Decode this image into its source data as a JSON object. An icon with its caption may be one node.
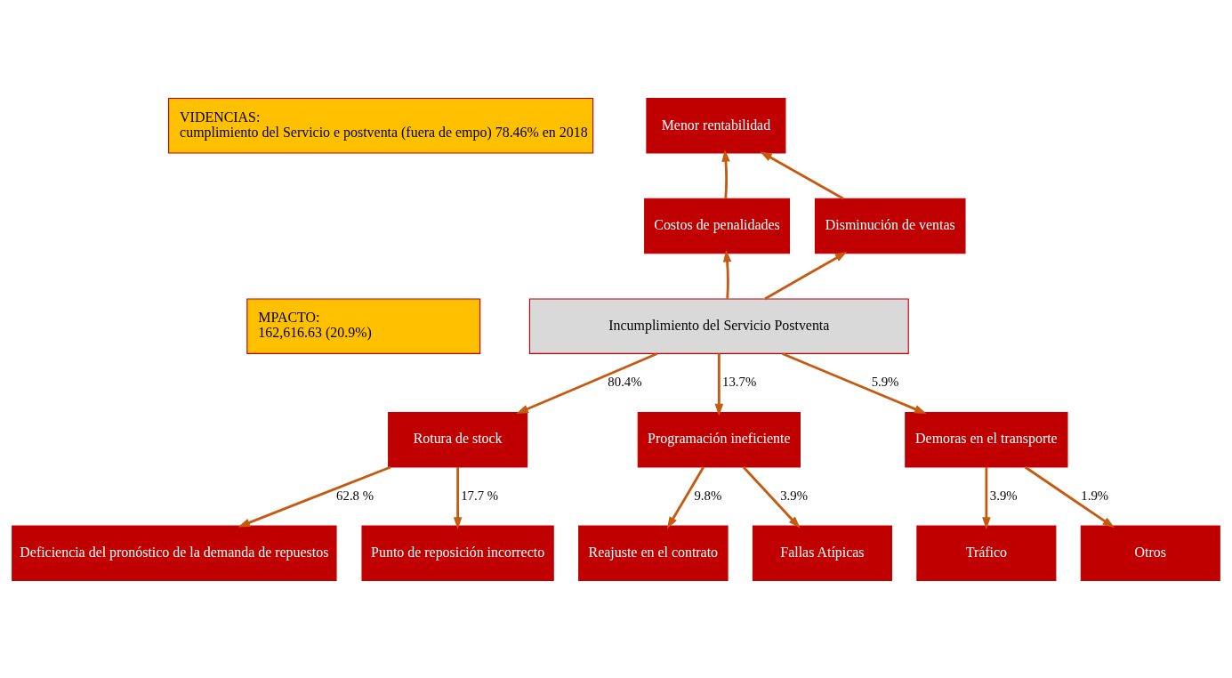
{
  "diagram": {
    "nodes": [
      {
        "text": [
          "VIDENCIAS:",
          "cumplimiento del Servicio e postventa (fuera de empo) 78.46% en 2018"
        ]
      },
      {
        "text": [
          "MPACTO:",
          "162,616.63 (20.9%)"
        ]
      },
      {
        "text": [
          "Menor rentabilidad"
        ]
      },
      {
        "text": [
          "Costos de penalidades"
        ]
      },
      {
        "text": [
          "Disminución de ventas"
        ]
      },
      {
        "text": [
          "Incumplimiento del Servicio Postventa"
        ]
      },
      {
        "text": [
          "Rotura de stock"
        ]
      },
      {
        "text": [
          "Programación ineficiente"
        ]
      },
      {
        "text": [
          "Demoras en el transporte"
        ]
      },
      {
        "text": [
          "Deficiencia del pronóstico de la demanda de repuestos"
        ]
      },
      {
        "text": [
          "Punto de reposición incorrecto"
        ]
      },
      {
        "text": [
          "Reajuste en el contrato"
        ]
      },
      {
        "text": [
          "Fallas Atípicas"
        ]
      },
      {
        "text": [
          "Tráfico"
        ]
      },
      {
        "text": [
          "Otros"
        ]
      }
    ],
    "edges": [
      {
        "from": 3,
        "to": 2,
        "arrow": "to"
      },
      {
        "from": 4,
        "to": 2,
        "arrow": "to"
      },
      {
        "from": 5,
        "to": 3,
        "arrow": "to"
      },
      {
        "from": 5,
        "to": 4,
        "arrow": "to"
      },
      {
        "from": 5,
        "to": 6,
        "arrow": "to",
        "label": "80.4%"
      },
      {
        "from": 5,
        "to": 7,
        "arrow": "to",
        "label": "13.7%"
      },
      {
        "from": 5,
        "to": 8,
        "arrow": "to",
        "label": "5.9%"
      },
      {
        "from": 6,
        "to": 9,
        "arrow": "to",
        "label": "62.8 %"
      },
      {
        "from": 6,
        "to": 10,
        "arrow": "to",
        "label": "17.7 %"
      },
      {
        "from": 7,
        "to": 11,
        "arrow": "to",
        "label": "9.8%"
      },
      {
        "from": 7,
        "to": 12,
        "arrow": "to",
        "label": "3.9%"
      },
      {
        "from": 8,
        "to": 13,
        "arrow": "to",
        "label": "3.9%"
      },
      {
        "from": 8,
        "to": 14,
        "arrow": "to",
        "label": "1.9%"
      }
    ]
  }
}
